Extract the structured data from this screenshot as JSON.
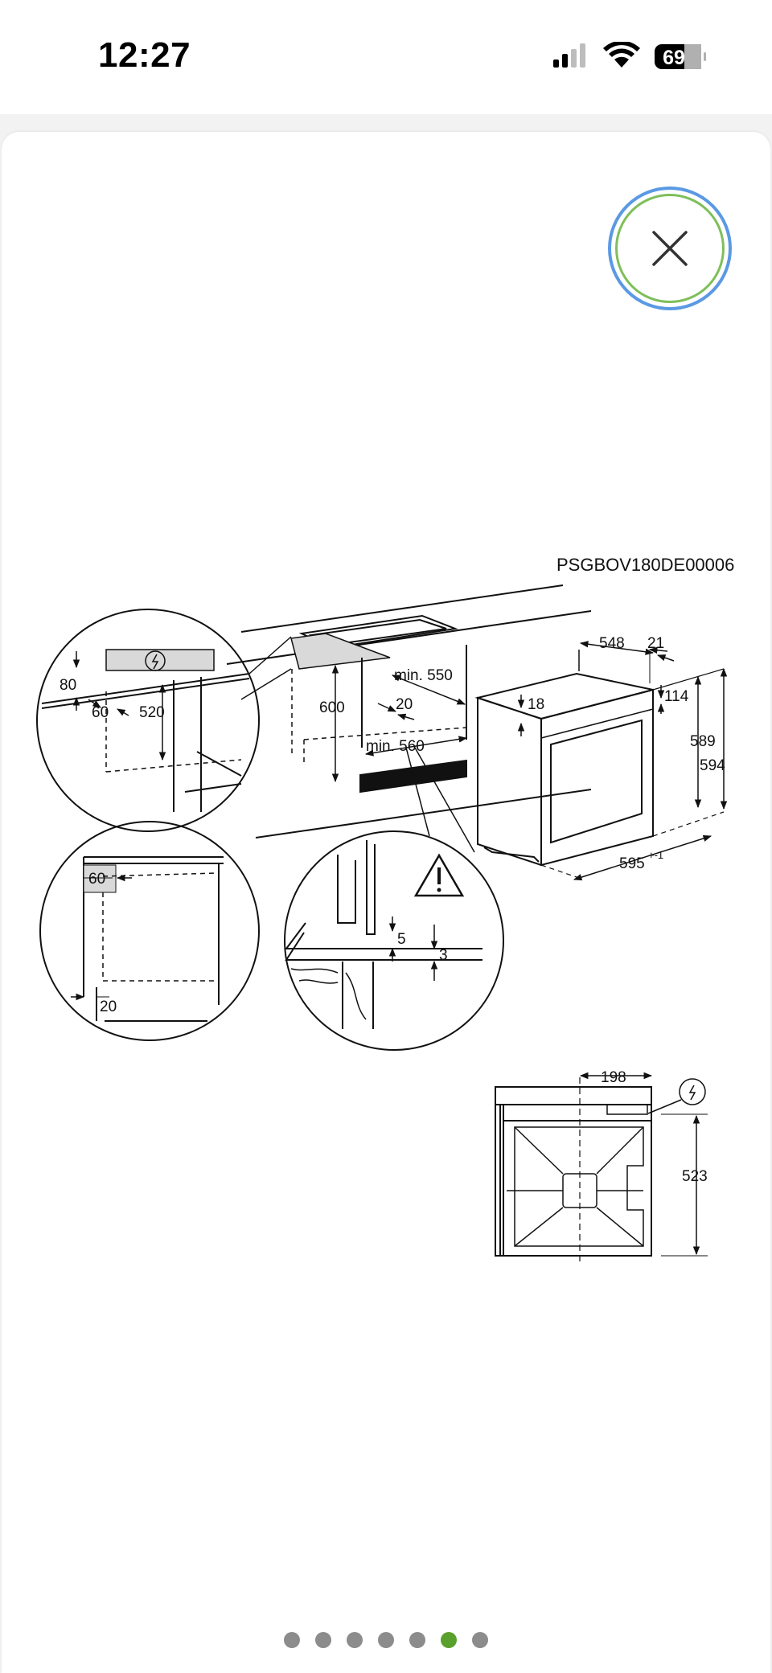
{
  "status_bar": {
    "time": "12:27",
    "battery": "69",
    "icons": [
      "signal-icon",
      "wifi-icon",
      "battery-icon"
    ]
  },
  "viewer": {
    "close_icon": "close-icon",
    "colors": {
      "close_ring_outer": "#5b9ae3",
      "close_ring_inner": "#7fbf5a",
      "page_dot": "#8c8c8c",
      "page_dot_active": "#5aa02c"
    },
    "pager": {
      "total": 7,
      "active_index": 5
    }
  },
  "diagram": {
    "product_code": "PSGBOV180DE00006",
    "dimensions": {
      "d80": "80",
      "d60a": "60",
      "d520": "520",
      "d600": "600",
      "d550": "min. 550",
      "d20a": "20",
      "d560": "min. 560",
      "d548": "548",
      "d21": "21",
      "d18": "18",
      "d114": "114",
      "d589": "589",
      "d594": "594",
      "d595": "595",
      "d595sup": "+-1",
      "d60b": "60",
      "d20b": "20",
      "d5": "5",
      "d3": "3",
      "d198": "198",
      "d523": "523"
    }
  }
}
